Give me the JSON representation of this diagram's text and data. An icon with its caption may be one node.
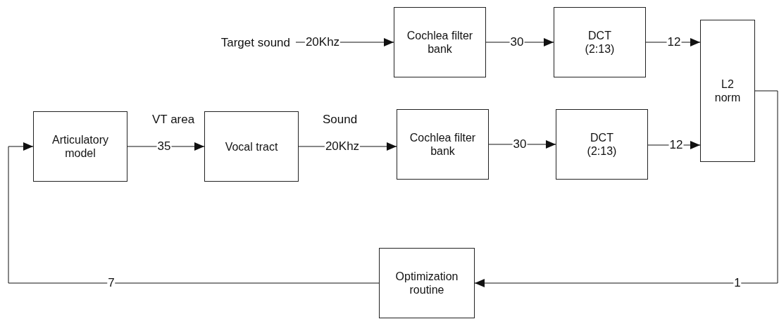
{
  "diagram": {
    "nodes": [
      {
        "text": [
          "Target sound"
        ]
      },
      {
        "text": [
          "Cochlea filter bank"
        ]
      },
      {
        "text": [
          "DCT (2:13)"
        ]
      },
      {
        "text": [
          "L2 norm"
        ]
      },
      {
        "text": [
          "Articulatory model"
        ]
      },
      {
        "text": [
          "Vocal tract"
        ]
      },
      {
        "text": [
          "Cochlea filter bank"
        ]
      },
      {
        "text": [
          "DCT (2:13)"
        ]
      },
      {
        "text": [
          "Optimization routine"
        ]
      }
    ],
    "edges": [
      {
        "from": 0,
        "to": 1,
        "arrow": "to",
        "label": "20Khz"
      },
      {
        "from": 1,
        "to": 2,
        "arrow": "to",
        "label": "30"
      },
      {
        "from": 2,
        "to": 3,
        "arrow": "to",
        "label": "12"
      },
      {
        "from": 4,
        "to": 5,
        "arrow": "to",
        "label": "35"
      },
      {
        "from": 5,
        "to": 6,
        "arrow": "to",
        "label": "20Khz"
      },
      {
        "from": 6,
        "to": 7,
        "arrow": "to",
        "label": "30"
      },
      {
        "from": 7,
        "to": 3,
        "arrow": "to",
        "label": "12"
      },
      {
        "from": 3,
        "to": 8,
        "arrow": "to",
        "label": "1"
      },
      {
        "from": 8,
        "to": 4,
        "arrow": "to",
        "label": "7"
      }
    ],
    "labels": [
      "VT area",
      "Sound"
    ]
  }
}
